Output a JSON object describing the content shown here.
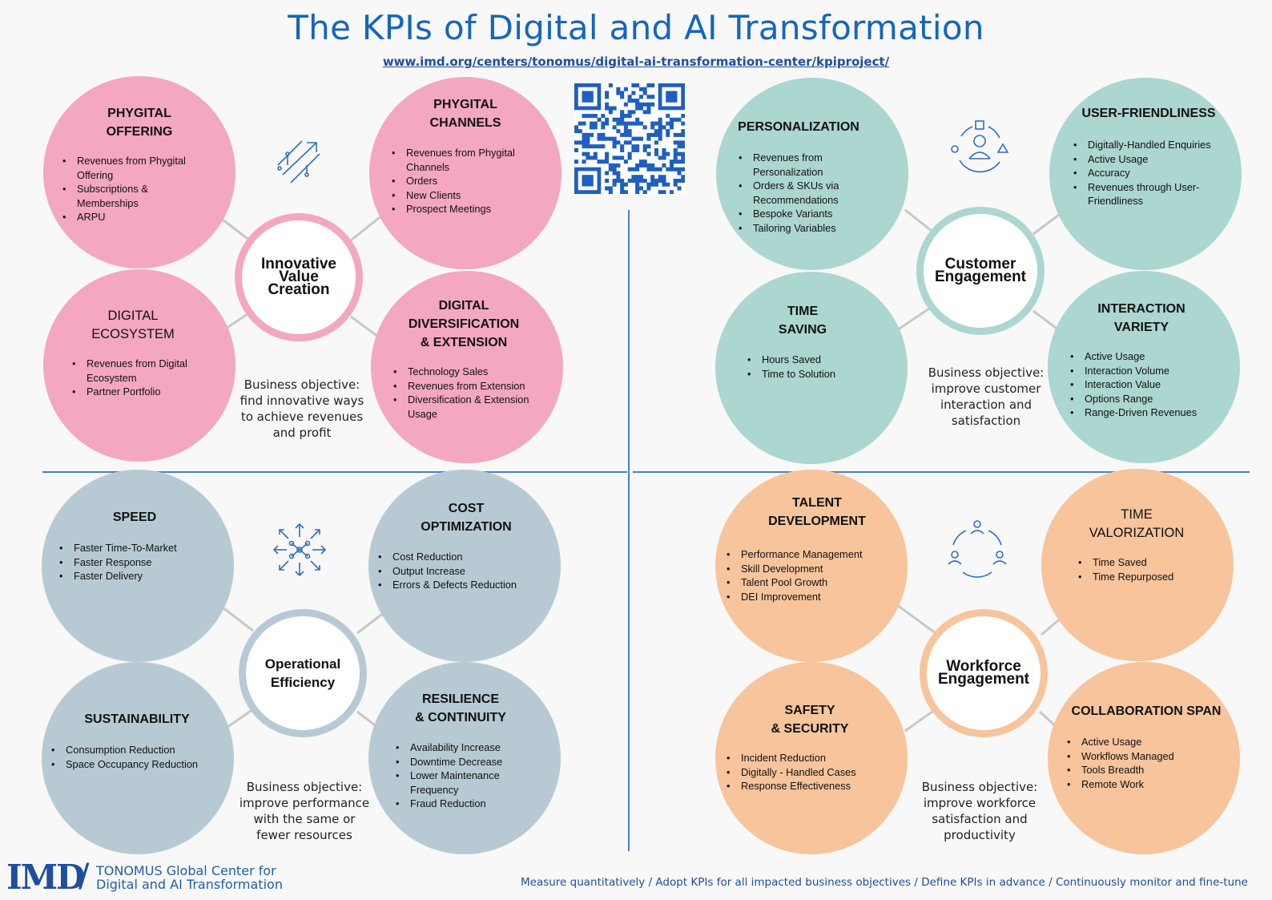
{
  "title": "The KPIs of Digital and AI Transformation",
  "url": "www.imd.org/centers/tonomus/digital-ai-transformation-center/kpiproject/",
  "quadrants": {
    "innovative": {
      "hub": [
        "Innovative",
        "Value",
        "Creation"
      ],
      "objective": "Business objective: find innovative ways to achieve revenues and profit",
      "phygital_offering": {
        "title": [
          "PHYGITAL",
          "OFFERING"
        ],
        "items": [
          "Revenues from Phygital Offering",
          "Subscriptions & Memberships",
          "ARPU"
        ]
      },
      "phygital_channels": {
        "title": [
          "PHYGITAL",
          "CHANNELS"
        ],
        "items": [
          "Revenues from Phygital Channels",
          "Orders",
          "New Clients",
          "Prospect Meetings"
        ]
      },
      "digital_ecosystem": {
        "title": [
          "DIGITAL",
          "ECOSYSTEM"
        ],
        "items": [
          "Revenues from Digital Ecosystem",
          "Partner Portfolio"
        ]
      },
      "digital_diversification": {
        "title": [
          "DIGITAL",
          "DIVERSIFICATION",
          "& EXTENSION"
        ],
        "items": [
          "Technology Sales",
          "Revenues from Extension",
          "Diversification & Extension Usage"
        ]
      }
    },
    "customer": {
      "hub": [
        "Customer",
        "Engagement"
      ],
      "objective": "Business objective: improve customer interaction and satisfaction",
      "personalization": {
        "title": [
          "PERSONALIZATION"
        ],
        "items": [
          "Revenues from Personalization",
          "Orders & SKUs via Recommendations",
          "Bespoke Variants",
          "Tailoring Variables"
        ]
      },
      "user_friendliness": {
        "title": [
          "USER-FRIENDLINESS"
        ],
        "items": [
          "Digitally-Handled Enquiries",
          "Active Usage",
          "Accuracy",
          "Revenues through User-Friendliness"
        ]
      },
      "time_saving": {
        "title": [
          "TIME",
          "SAVING"
        ],
        "items": [
          "Hours Saved",
          "Time to Solution"
        ]
      },
      "interaction_variety": {
        "title": [
          "INTERACTION",
          "VARIETY"
        ],
        "items": [
          "Active Usage",
          "Interaction Volume",
          "Interaction Value",
          "Options Range",
          "Range-Driven Revenues"
        ]
      }
    },
    "operational": {
      "hub": [
        "Operational",
        "Efficiency"
      ],
      "objective": "Business objective: improve performance  with the same or fewer resources",
      "speed": {
        "title": [
          "SPEED"
        ],
        "items": [
          "Faster Time-To-Market",
          "Faster Response",
          "Faster Delivery"
        ]
      },
      "cost_optimization": {
        "title": [
          "COST",
          "OPTIMIZATION"
        ],
        "items": [
          "Cost Reduction",
          "Output Increase",
          "Errors & Defects Reduction"
        ]
      },
      "sustainability": {
        "title": [
          "SUSTAINABILITY"
        ],
        "items": [
          "Consumption Reduction",
          "Space Occupancy Reduction"
        ]
      },
      "resilience": {
        "title": [
          "RESILIENCE",
          "& CONTINUITY"
        ],
        "items": [
          "Availability Increase",
          "Downtime Decrease",
          "Lower Maintenance Frequency",
          "Fraud Reduction"
        ]
      }
    },
    "workforce": {
      "hub": [
        "Workforce",
        "Engagement"
      ],
      "objective": "Business objective: improve workforce satisfaction and productivity",
      "talent_development": {
        "title": [
          "TALENT",
          "DEVELOPMENT"
        ],
        "items": [
          "Performance Management",
          "Skill Development",
          "Talent Pool Growth",
          "DEI Improvement"
        ]
      },
      "time_valorization": {
        "title": [
          "TIME",
          "VALORIZATION"
        ],
        "items": [
          "Time Saved",
          "Time Repurposed"
        ]
      },
      "safety_security": {
        "title": [
          "SAFETY",
          "& SECURITY"
        ],
        "items": [
          "Incident Reduction",
          "Digitally - Handled Cases",
          "Response Effectiveness"
        ]
      },
      "collaboration_span": {
        "title": [
          "COLLABORATION SPAN"
        ],
        "items": [
          "Active Usage",
          "Workflows Managed",
          "Tools Breadth",
          "Remote Work"
        ]
      }
    }
  },
  "footer": {
    "logo": "IMD",
    "slash": "/",
    "center_line1": "TONOMUS Global Center for",
    "center_line2": "Digital and AI Transformation",
    "tagline": "Measure quantitatively / Adopt KPIs for all impacted business objectives / Define KPIs in advance / Continuously monitor and fine-tune"
  },
  "icons": {
    "innovative": "growth-arrows-icon",
    "customer": "user-shapes-icon",
    "operational": "network-arrows-icon",
    "workforce": "team-cycle-icon",
    "qr": "qr-code-icon"
  },
  "colors": {
    "pink": "#f4a7c0",
    "teal": "#acd6d0",
    "grey": "#b7cad4",
    "peach": "#f7c49c",
    "title_blue": "#1565c0",
    "line_blue": "#4a7fc0"
  }
}
